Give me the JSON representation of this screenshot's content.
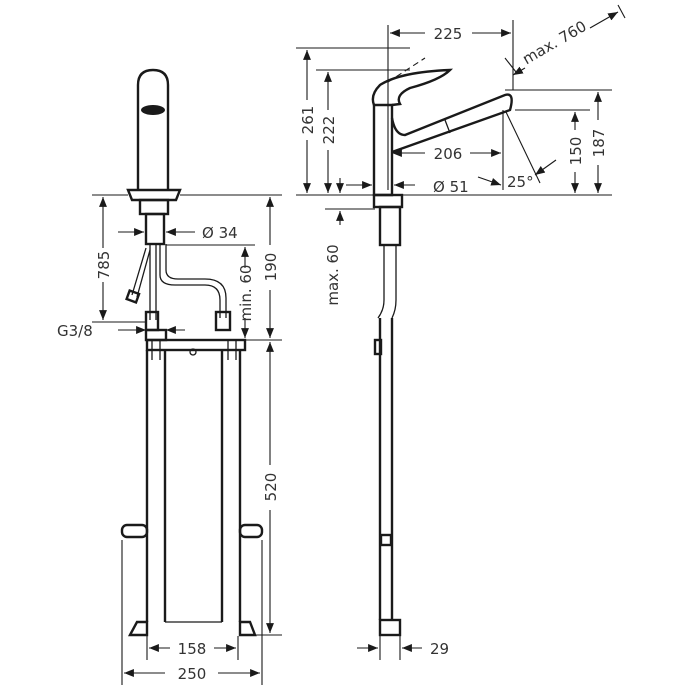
{
  "front_view": {
    "dim_785": "785",
    "dim_diameter_34": "Ø 34",
    "dim_min_60": "min. 60",
    "dim_190": "190",
    "dim_thread": "G3/8",
    "dim_520": "520",
    "dim_158": "158",
    "dim_250": "250"
  },
  "side_view": {
    "dim_225": "225",
    "dim_max_760": "max. 760",
    "dim_261": "261",
    "dim_222": "222",
    "dim_206": "206",
    "dim_150": "150",
    "dim_187": "187",
    "dim_diameter_51": "Ø 51",
    "dim_angle": "25°",
    "dim_max_60": "max. 60",
    "dim_29": "29"
  }
}
